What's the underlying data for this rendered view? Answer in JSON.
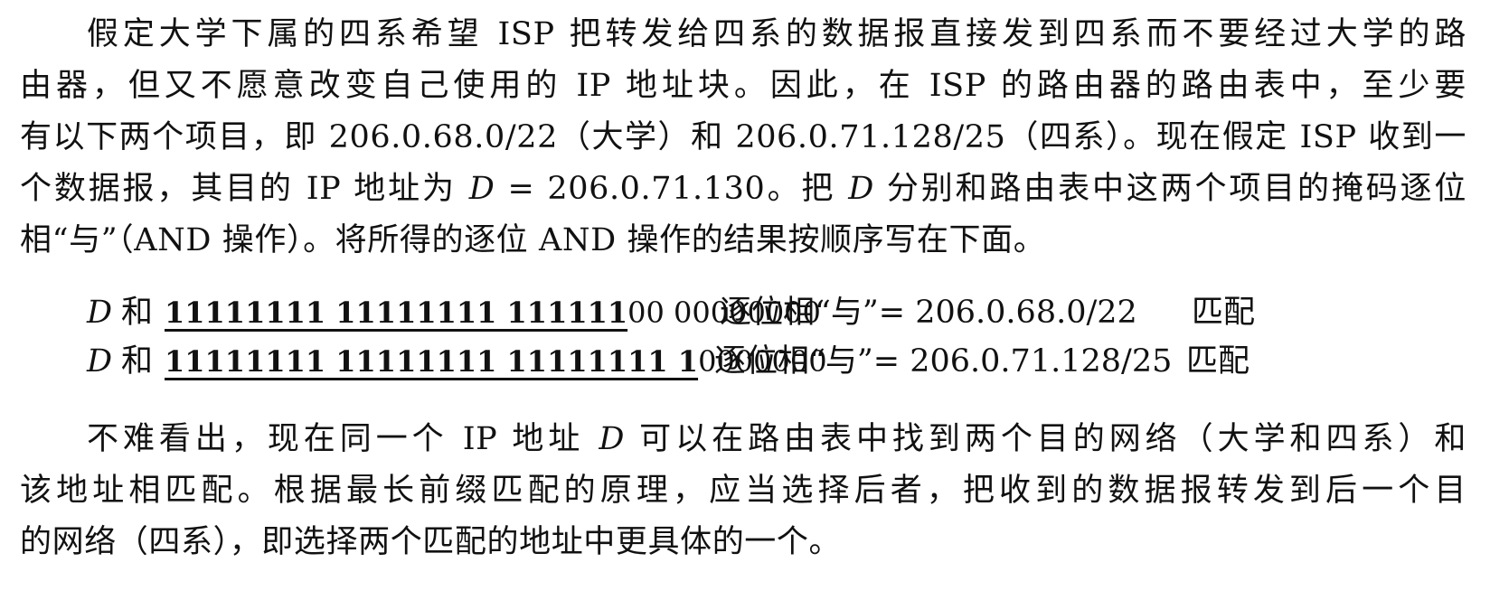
{
  "para1": {
    "lines": [
      "假定大学下属的四系希望 ISP 把转发给四系的数据报直接发到四系而不要经过大学的路",
      "由器，但又不愿意改变自己使用的 IP 地址块。因此，在 ISP 的路由器的路由表中，至少要",
      "有以下两个项目，即 206.0.68.0/22（大学）和 206.0.71.128/25（四系）。现在假定 ISP 收到一",
      {
        "a": "个数据报，其目的 IP 地址为 ",
        "v1": "D",
        "b": " = 206.0.71.130。把 ",
        "v2": "D",
        "c": " 分别和路由表中这两个项目的掩码逐位"
      },
      "相“与”（AND 操作）。将所得的逐位 AND 操作的结果按顺序写在下面。"
    ]
  },
  "masks": [
    {
      "var": "D",
      "conj": "和",
      "underlined": "11111111 11111111 111111",
      "rest": "00 00000000",
      "op": "逐位相“与”= 206.0.68.0/22",
      "result": "匹配"
    },
    {
      "var": "D",
      "conj": "和",
      "underlined": "11111111 11111111 11111111 1",
      "rest": "0000000",
      "op": "逐位相“与”= 206.0.71.128/25",
      "result": "匹配"
    }
  ],
  "para2": {
    "lines": [
      {
        "a": "不难看出，现在同一个 IP 地址 ",
        "v": "D",
        "b": " 可以在路由表中找到两个目的网络（大学和四系）和"
      },
      "该地址相匹配。根据最长前缀匹配的原理，应当选择后者，把收到的数据报转发到后一个目",
      "的网络（四系），即选择两个匹配的地址中更具体的一个。"
    ]
  }
}
